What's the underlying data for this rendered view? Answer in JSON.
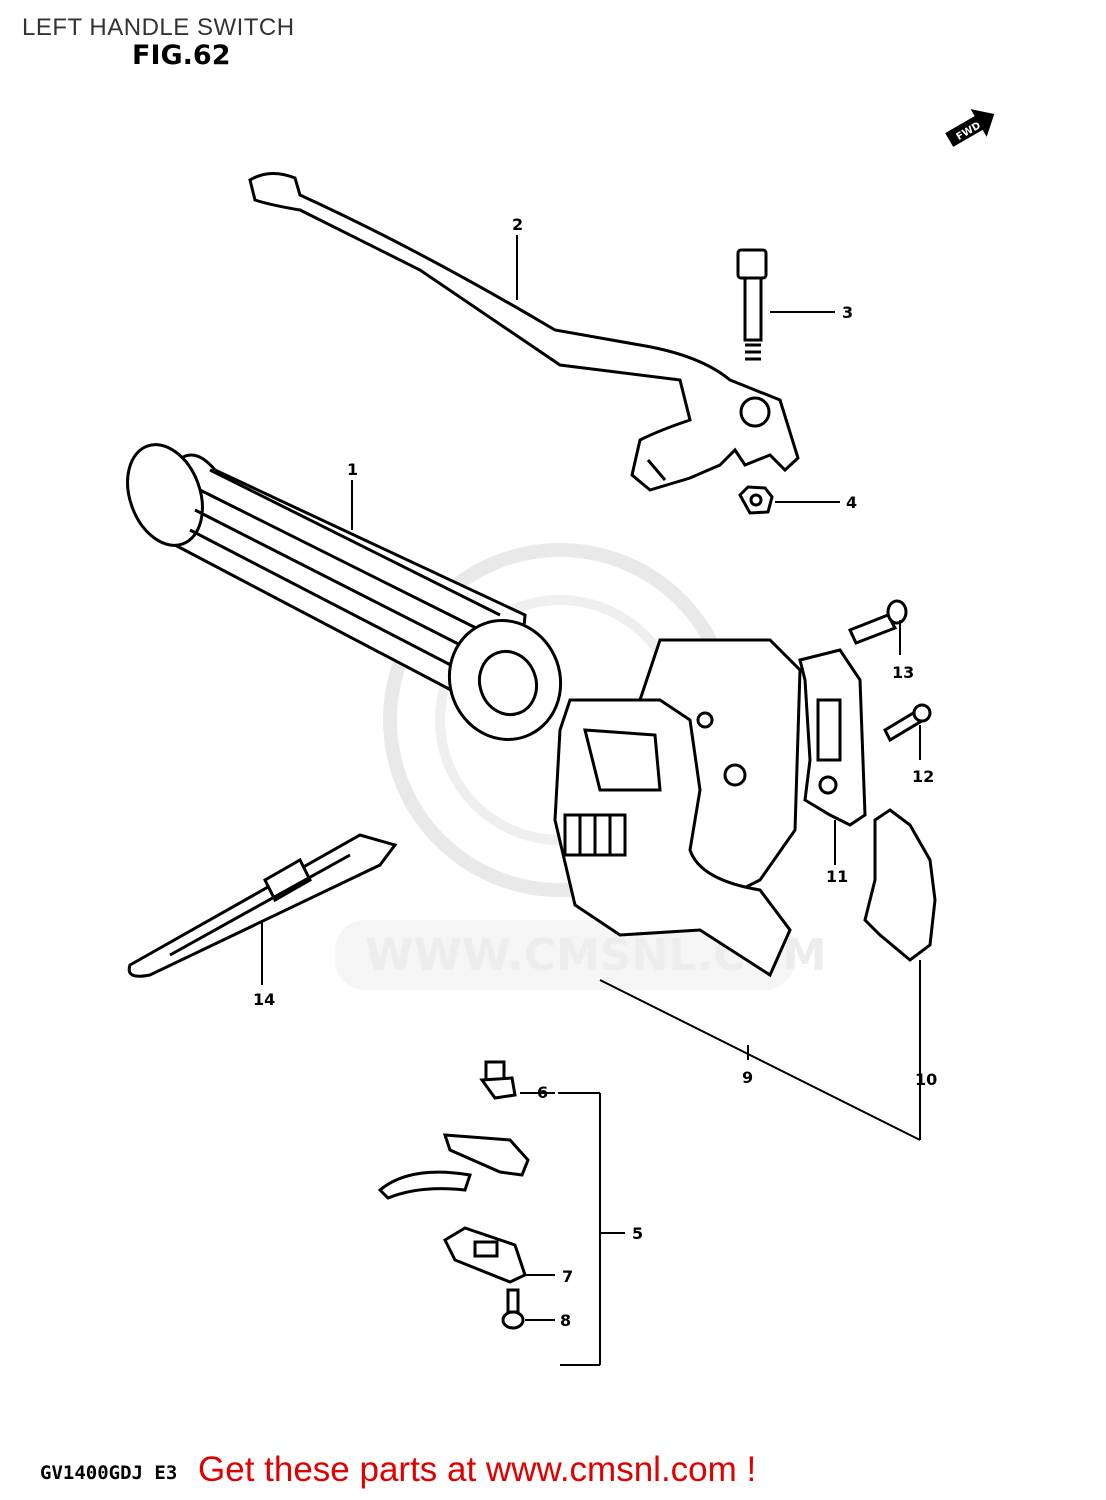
{
  "header": {
    "title": "LEFT HANDLE SWITCH",
    "figure": "FIG.62"
  },
  "watermark": {
    "text": "WWW.CMSNL.COM"
  },
  "callouts": [
    {
      "number": "1"
    },
    {
      "number": "2"
    },
    {
      "number": "3"
    },
    {
      "number": "4"
    },
    {
      "number": "5"
    },
    {
      "number": "6"
    },
    {
      "number": "7"
    },
    {
      "number": "8"
    },
    {
      "number": "9"
    },
    {
      "number": "10"
    },
    {
      "number": "11"
    },
    {
      "number": "12"
    },
    {
      "number": "13"
    },
    {
      "number": "14"
    }
  ],
  "footer": {
    "model": "GV1400GDJ  E3",
    "cta": "Get these parts at www.cmsnl.com !",
    "cta_color": "#e00000"
  },
  "icons": {
    "direction_arrow": "arrow-icon"
  }
}
